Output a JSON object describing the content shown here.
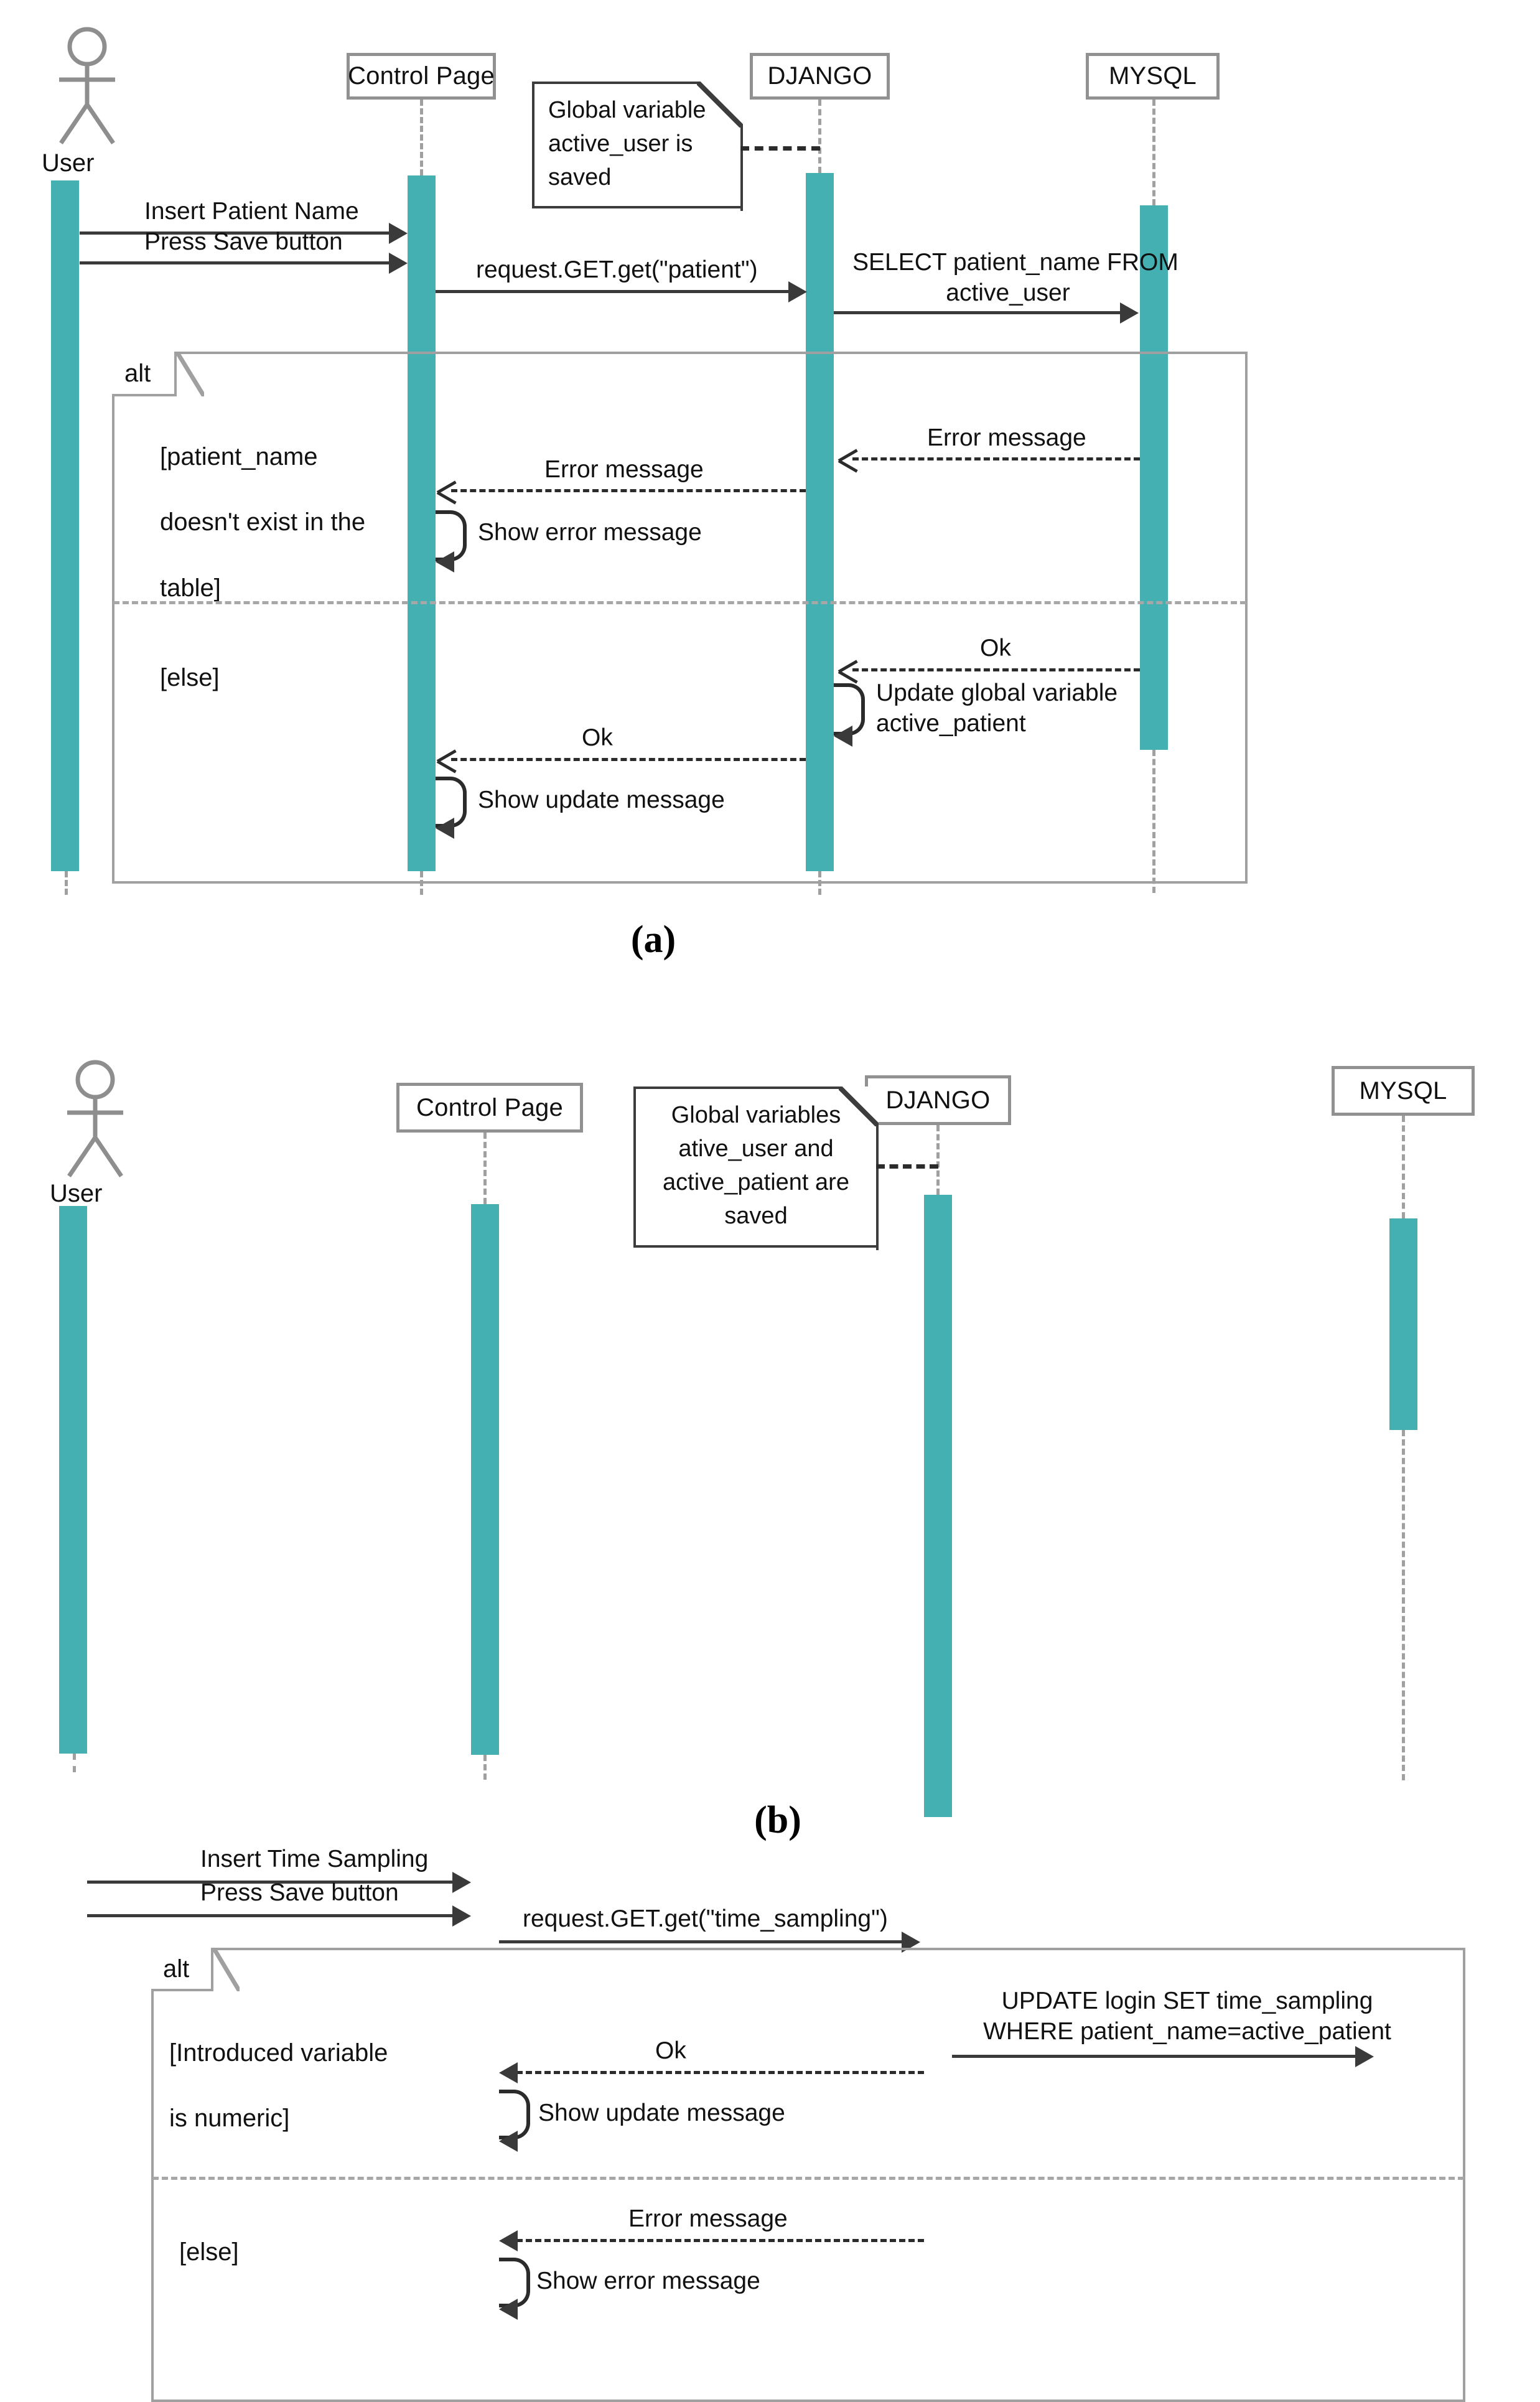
{
  "figures": [
    {
      "id": "a",
      "caption": "(a)",
      "participants": [
        {
          "name": "User",
          "kind": "actor"
        },
        {
          "name": "Control Page",
          "kind": "object"
        },
        {
          "name": "DJANGO",
          "kind": "object"
        },
        {
          "name": "MYSQL",
          "kind": "object"
        }
      ],
      "note": {
        "text": "Global variable active_user is saved",
        "lines": [
          "Global variable",
          "active_user is",
          "saved"
        ],
        "attached_to": "DJANGO"
      },
      "messages": [
        {
          "label": "Insert Patient Name",
          "from": "User",
          "to": "Control Page",
          "type": "sync"
        },
        {
          "label": "Press Save button",
          "from": "User",
          "to": "Control Page",
          "type": "sync"
        },
        {
          "label": "request.GET.get(\"patient\")",
          "from": "Control Page",
          "to": "DJANGO",
          "type": "sync"
        },
        {
          "label": "SELECT patient_name FROM active_user",
          "lines": [
            "SELECT patient_name FROM",
            "active_user"
          ],
          "from": "DJANGO",
          "to": "MYSQL",
          "type": "sync"
        }
      ],
      "fragment": {
        "operator": "alt",
        "branches": [
          {
            "guard": "[patient_name doesn't exist  in the table]",
            "guard_lines": [
              "[patient_name",
              "doesn't exist  in the",
              "table]"
            ],
            "messages": [
              {
                "label": "Error message",
                "from": "MYSQL",
                "to": "DJANGO",
                "type": "return"
              },
              {
                "label": "Error message",
                "from": "DJANGO",
                "to": "Control Page",
                "type": "return"
              },
              {
                "label": "Show error message",
                "from": "Control Page",
                "to": "Control Page",
                "type": "self"
              }
            ]
          },
          {
            "guard": "[else]",
            "guard_lines": [
              "[else]"
            ],
            "messages": [
              {
                "label": "Ok",
                "from": "MYSQL",
                "to": "DJANGO",
                "type": "return"
              },
              {
                "label": "Update global variable active_patient",
                "lines": [
                  "Update global variable",
                  "active_patient"
                ],
                "from": "DJANGO",
                "to": "DJANGO",
                "type": "self"
              },
              {
                "label": "Ok",
                "from": "DJANGO",
                "to": "Control Page",
                "type": "return"
              },
              {
                "label": "Show update message",
                "from": "Control Page",
                "to": "Control Page",
                "type": "self"
              }
            ]
          }
        ]
      }
    },
    {
      "id": "b",
      "caption": "(b)",
      "participants": [
        {
          "name": "User",
          "kind": "actor"
        },
        {
          "name": "Control Page",
          "kind": "object"
        },
        {
          "name": "DJANGO",
          "kind": "object"
        },
        {
          "name": "MYSQL",
          "kind": "object"
        }
      ],
      "note": {
        "text": "Global variables ative_user and active_patient are saved",
        "lines": [
          "Global variables",
          "ative_user and",
          "active_patient are",
          "saved"
        ],
        "attached_to": "DJANGO"
      },
      "messages": [
        {
          "label": "Insert Time Sampling",
          "from": "User",
          "to": "Control Page",
          "type": "sync"
        },
        {
          "label": "Press Save button",
          "from": "User",
          "to": "Control Page",
          "type": "sync"
        },
        {
          "label": "request.GET.get(\"time_sampling\")",
          "from": "Control Page",
          "to": "DJANGO",
          "type": "sync"
        }
      ],
      "fragment": {
        "operator": "alt",
        "branches": [
          {
            "guard": "[Introduced variable is numeric]",
            "guard_lines": [
              "[Introduced variable",
              " is numeric]"
            ],
            "messages": [
              {
                "label": "UPDATE login SET time_sampling WHERE patient_name=active_patient",
                "lines": [
                  "UPDATE login SET time_sampling",
                  "WHERE patient_name=active_patient"
                ],
                "from": "DJANGO",
                "to": "MYSQL",
                "type": "sync"
              },
              {
                "label": "Ok",
                "from": "DJANGO",
                "to": "Control Page",
                "type": "return"
              },
              {
                "label": "Show update message",
                "from": "Control Page",
                "to": "Control Page",
                "type": "self"
              }
            ]
          },
          {
            "guard": "[else]",
            "guard_lines": [
              "[else]"
            ],
            "messages": [
              {
                "label": "Error message",
                "from": "DJANGO",
                "to": "Control Page",
                "type": "return"
              },
              {
                "label": "Show error message",
                "from": "Control Page",
                "to": "Control Page",
                "type": "self"
              }
            ]
          }
        ]
      }
    }
  ],
  "colors": {
    "activation": "#45b0b2",
    "lifeline_border": "#919191",
    "fragment_border": "#a0a0a0",
    "message": "#3a3a3a",
    "note_border": "#3c3c3c"
  }
}
